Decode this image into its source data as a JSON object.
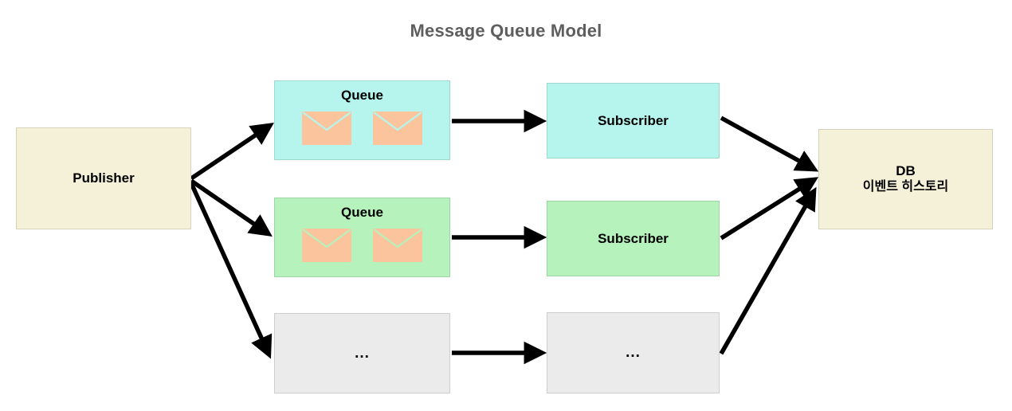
{
  "diagram": {
    "title": "Message Queue Model",
    "title_color": "#5e5e5e",
    "background": "#ffffff"
  },
  "colors": {
    "publisher_fill": "#f5f0d8",
    "db_fill": "#f5f0d8",
    "row1_fill": "#b6f5ee",
    "row2_fill": "#b6f2bb",
    "row3_fill": "#ebebeb",
    "envelope_fill": "#fbc49c",
    "arrow": "#000000"
  },
  "publisher": {
    "label": "Publisher"
  },
  "db": {
    "label": "DB",
    "sublabel": "이벤트 히스토리"
  },
  "rows": [
    {
      "queue_label": "Queue",
      "subscriber_label": "Subscriber",
      "envelope_count": 2,
      "envelope_icon": "envelope-icon",
      "fill": "#b6f5ee"
    },
    {
      "queue_label": "Queue",
      "subscriber_label": "Subscriber",
      "envelope_count": 2,
      "envelope_icon": "envelope-icon",
      "fill": "#b6f2bb"
    },
    {
      "queue_label": "...",
      "subscriber_label": "...",
      "envelope_count": 0,
      "envelope_icon": "",
      "fill": "#ebebeb"
    }
  ],
  "arrows": {
    "publisher_to_queues": 3,
    "queue_to_subscriber": 3,
    "subscriber_to_db": 3
  }
}
